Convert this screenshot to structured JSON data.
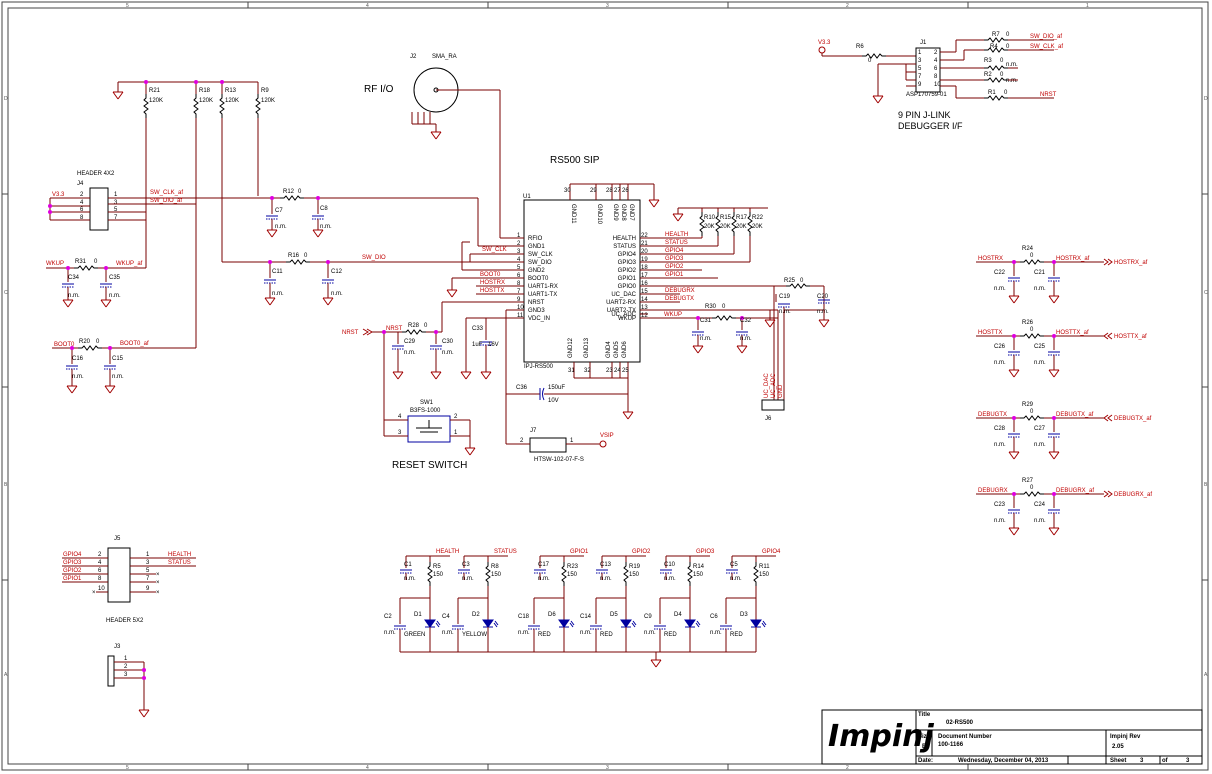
{
  "zones_top": [
    "5",
    "4",
    "3",
    "2",
    "1"
  ],
  "zones_side": [
    "D",
    "C",
    "B",
    "A"
  ],
  "blocks": {
    "rf_io": "RF I/O",
    "sip_title": "RS500 SIP",
    "jlink": "9 PIN J-LINK",
    "jlink2": "DEBUGGER  I/F",
    "reset": "RESET SWITCH"
  },
  "parts": {
    "J2": "J2",
    "J2v": "SMA_RA",
    "U1": "U1",
    "U1v": "IPJ-RS500",
    "J1": "J1",
    "J1v": "ASP170759-01",
    "J4": "J4",
    "J4v": "HEADER 4X2",
    "J5": "J5",
    "J5v": "HEADER 5X2",
    "J3": "J3",
    "J6": "J6",
    "J7": "J7",
    "J7v": "HTSW-102-07-F-S",
    "SW1": "SW1",
    "SW1v": "B3FS-1000",
    "V33a": "V3.3",
    "V33b": "V3.3",
    "VSIP": "VSIP",
    "R21": "R21",
    "R18": "R18",
    "R13": "R13",
    "R9": "R9",
    "r120k": "120K",
    "R12": "R12",
    "R16": "R16",
    "R31": "R31",
    "R20": "R20",
    "R28": "R28",
    "R6": "R6",
    "R7": "R7",
    "R4": "R4",
    "R3": "R3",
    "R2": "R2",
    "R1": "R1",
    "R10": "R10",
    "R15": "R15",
    "R17": "R17",
    "R22": "R22",
    "r20k": "20K",
    "R30": "R30",
    "R25": "R25",
    "R24": "R24",
    "R26": "R26",
    "R29": "R29",
    "R27": "R27",
    "R5": "R5",
    "R8": "R8",
    "R23": "R23",
    "R19": "R19",
    "R14": "R14",
    "R11": "R11",
    "r150": "150",
    "r0": "0",
    "nm": "n.m.",
    "C7": "C7",
    "C8": "C8",
    "C11": "C11",
    "C12": "C12",
    "C34": "C34",
    "C35": "C35",
    "C16": "C16",
    "C15": "C15",
    "C29": "C29",
    "C30": "C30",
    "C33": "C33",
    "C33v": "1uF",
    "C33r": "16V",
    "C36": "C36",
    "C36v": "150uF",
    "C36r": "10V",
    "C31": "C31",
    "C32": "C32",
    "C19": "C19",
    "C20": "C20",
    "C22": "C22",
    "C21": "C21",
    "C26": "C26",
    "C25": "C25",
    "C28": "C28",
    "C27": "C27",
    "C23": "C23",
    "C24": "C24",
    "C1": "C1",
    "C2": "C2",
    "C3": "C3",
    "C4": "C4",
    "C17": "C17",
    "C18": "C18",
    "C13": "C13",
    "C14": "C14",
    "C10": "C10",
    "C9": "C9",
    "C5": "C5",
    "C6": "C6",
    "D1": "D1",
    "D2": "D2",
    "D6": "D6",
    "D5": "D5",
    "D4": "D4",
    "D3": "D3",
    "green": "GREEN",
    "yellow": "YELLOW",
    "red": "RED"
  },
  "u1_left_pins": [
    {
      "n": "1",
      "name": "RFIO"
    },
    {
      "n": "2",
      "name": "GND1"
    },
    {
      "n": "3",
      "name": "SW_CLK"
    },
    {
      "n": "4",
      "name": "SW_DIO"
    },
    {
      "n": "5",
      "name": "GND2"
    },
    {
      "n": "6",
      "name": "BOOT0"
    },
    {
      "n": "8",
      "name": "UART1-RX"
    },
    {
      "n": "7",
      "name": "UART1-TX"
    },
    {
      "n": "9",
      "name": "NRST"
    },
    {
      "n": "10",
      "name": "GND3"
    },
    {
      "n": "11",
      "name": "VDC_IN"
    }
  ],
  "u1_right_pins": [
    {
      "n": "22",
      "name": "HEALTH"
    },
    {
      "n": "21",
      "name": "STATUS"
    },
    {
      "n": "20",
      "name": "GPIO4"
    },
    {
      "n": "19",
      "name": "GPIO3"
    },
    {
      "n": "18",
      "name": "GPIO2"
    },
    {
      "n": "17",
      "name": "GPIO1"
    },
    {
      "n": "16",
      "name": "GPIO0"
    },
    {
      "n": "15",
      "name": "UC_DAC"
    },
    {
      "n": "14",
      "name": "UART2-RX"
    },
    {
      "n": "13",
      "name": "UART2-TX"
    },
    {
      "n": "",
      "name": "UC_ADC"
    },
    {
      "n": "12",
      "name": "WKUP"
    }
  ],
  "u1_top_pins": [
    {
      "n": "30",
      "name": "GND11"
    },
    {
      "n": "29",
      "name": "GND10"
    },
    {
      "n": "28",
      "name": "GND9"
    },
    {
      "n": "27",
      "name": "GND8"
    },
    {
      "n": "26",
      "name": "GND7"
    }
  ],
  "u1_bottom_pins": [
    {
      "n": "31",
      "name": "GND12"
    },
    {
      "n": "32",
      "name": "GND13"
    },
    {
      "n": "23",
      "name": "GND4"
    },
    {
      "n": "24",
      "name": "GND5"
    },
    {
      "n": "25",
      "name": "GND6"
    }
  ],
  "j1_pins": [
    "1",
    "2",
    "3",
    "4",
    "5",
    "6",
    "7",
    "8",
    "9",
    "10"
  ],
  "j4_pins": [
    "2",
    "1",
    "4",
    "3",
    "6",
    "5",
    "8",
    "7"
  ],
  "j5_pins": [
    "2",
    "1",
    "4",
    "3",
    "6",
    "5",
    "8",
    "7",
    "10",
    "9"
  ],
  "j3_pins": [
    "1",
    "2",
    "3"
  ],
  "j6_pins": [
    "UC_DAC",
    "UC_ADC",
    "GND"
  ],
  "nets": {
    "sw_clk_af": "SW_CLK_af",
    "sw_dio_af": "SW_DIO_af",
    "sw_dio": "SW_DIO",
    "sw_clk": "SW_CLK",
    "wkup": "WKUP",
    "wkup_af": "WKUP_af",
    "boot0": "BOOT0",
    "boot0_af": "BOOT0_af",
    "nrst": "NRST",
    "hostrx": "HOSTRX",
    "hosttx": "HOSTTX",
    "debugrx": "DEBUGRX",
    "debugtx": "DEBUGTX",
    "hostrx_af": "HOSTRX_af",
    "hosttx_af": "HOSTTX_af",
    "debugtx_af": "DEBUGTX_af",
    "debugrx_af": "DEBUGRX_af",
    "health": "HEALTH",
    "status": "STATUS",
    "gpio1": "GPIO1",
    "gpio2": "GPIO2",
    "gpio3": "GPIO3",
    "gpio4": "GPIO4"
  },
  "title_block": {
    "logo": "Impinj",
    "title_label": "Title",
    "title": "02-RS500",
    "size_label": "Size",
    "size": "B",
    "docnum_label": "Document  Number",
    "docnum": "100-1166",
    "rev_label": "Impinj  Rev",
    "rev": "2.05",
    "date_label": "Date:",
    "date": "Wednesday, December 04, 2013",
    "sheet_label": "Sheet",
    "sheet": "3",
    "of_label": "of",
    "of": "3"
  }
}
